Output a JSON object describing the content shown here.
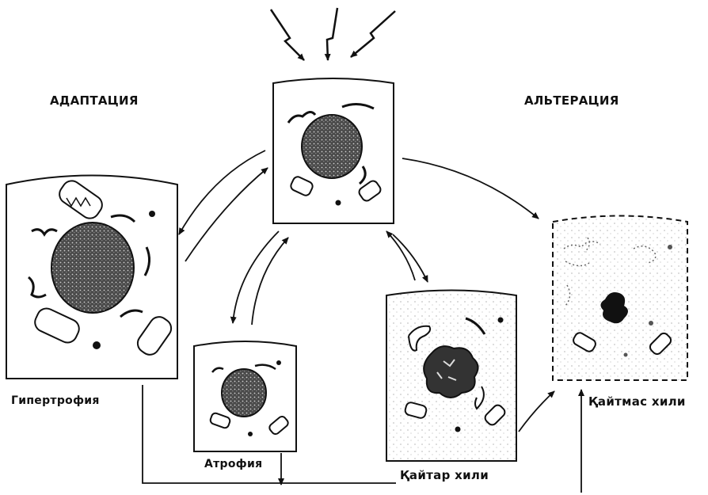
{
  "labels": {
    "adaptation": "АДАПТАЦИЯ",
    "alteration": "АЛЬТЕРАЦИЯ",
    "hypertrophy": "Гипертрофия",
    "atrophy": "Атрофия",
    "reversible": "Қайтар хили",
    "irreversible": "Қайтмас хили"
  },
  "colors": {
    "ink": "#111111",
    "background": "#ffffff",
    "nucleus": "#555555",
    "cytoplasm_dots": "#888888"
  }
}
